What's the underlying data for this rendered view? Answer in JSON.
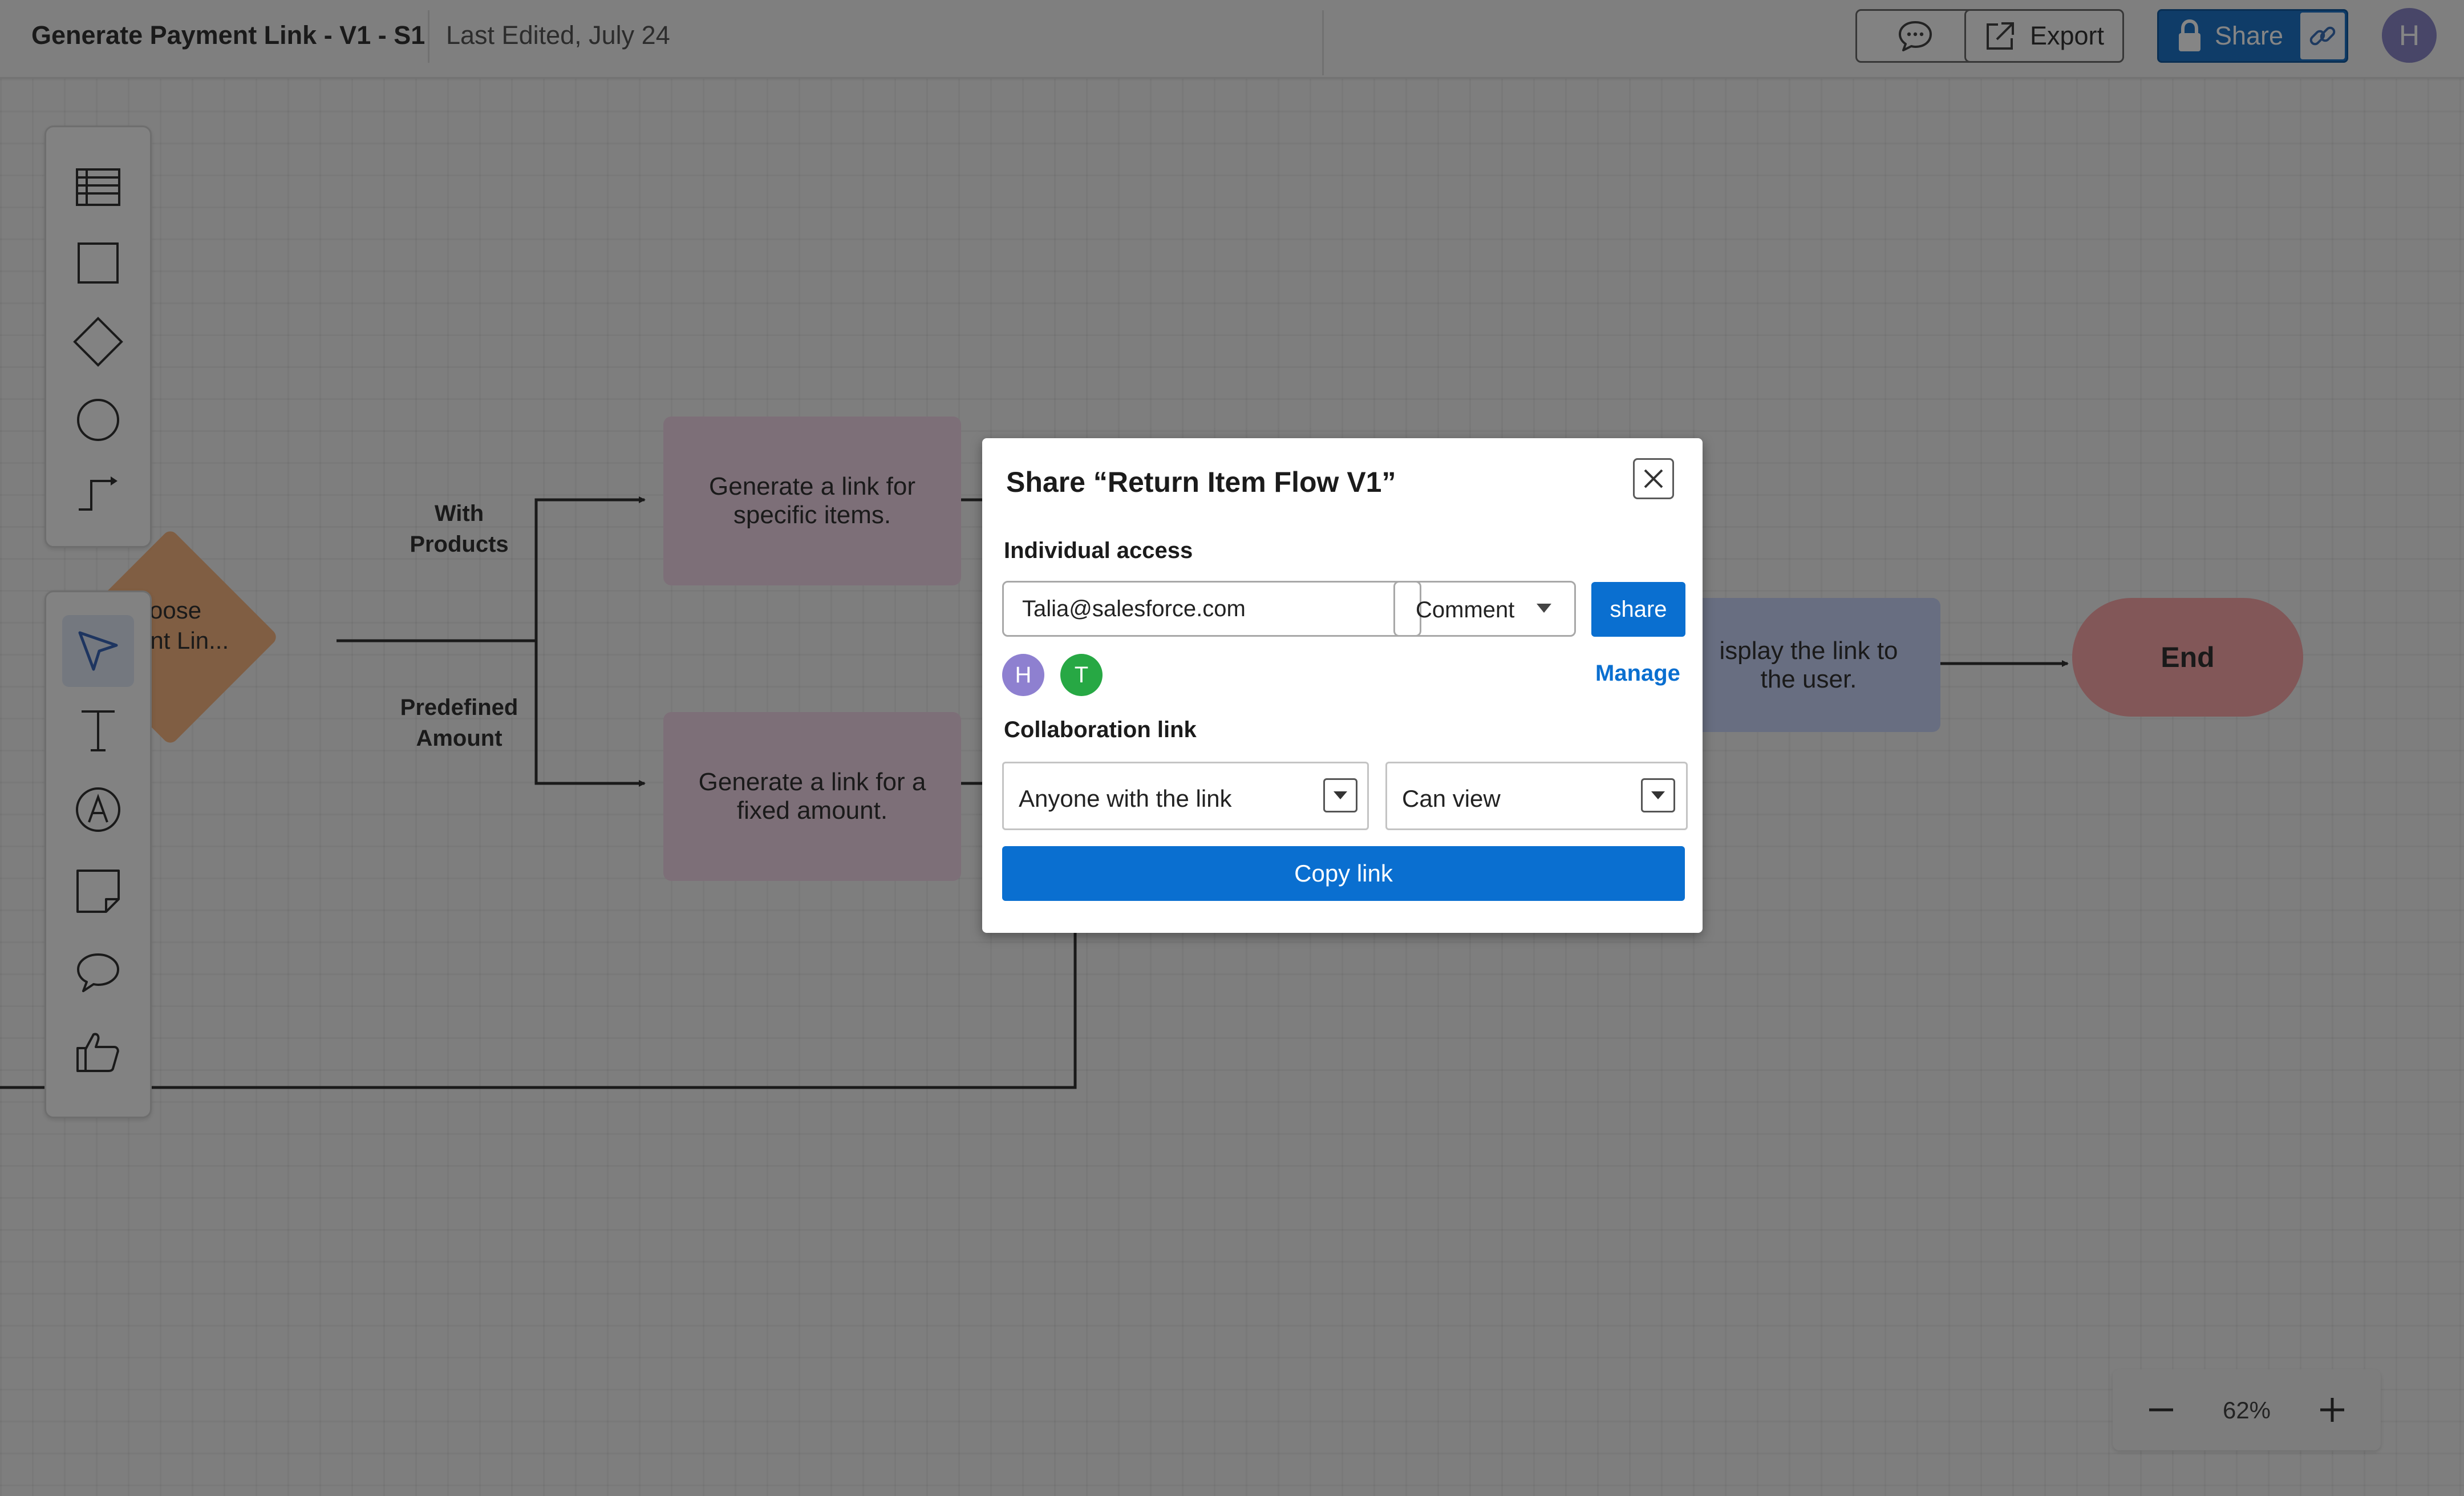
{
  "header": {
    "doc_title": "Generate Payment Link - V1 - S1",
    "last_edited": "Last Edited, July 24",
    "comment_icon": "speech-bubble-icon",
    "export_label": "Export",
    "share_label": "Share",
    "avatar_initial": "H"
  },
  "toolbar": {
    "shape_tools": [
      "table-icon",
      "rectangle-icon",
      "diamond-icon",
      "circle-icon",
      "connector-icon"
    ],
    "draw_tools": [
      "pointer-icon",
      "text-icon",
      "pen-icon",
      "sticky-note-icon",
      "comment-icon",
      "thumbs-up-icon"
    ],
    "active_tool": "pointer-icon"
  },
  "flowchart": {
    "decision_text_line1": "oose",
    "decision_text_line2": "ent Lin...",
    "edge_with_products": "With\nProducts",
    "edge_predefined": "Predefined\nAmount",
    "node_specific_items": "Generate a link for specific items.",
    "node_fixed_amount": "Generate a link for a fixed amount.",
    "node_display": "isplay the link to the user.",
    "node_end": "End",
    "colors": {
      "decision": "#f5b480",
      "process": "#f0d5e7",
      "display": "#c7d3f8",
      "end": "#f9a7a9"
    }
  },
  "zoom": {
    "level": "62%",
    "zoom_out_icon": "minus-icon",
    "zoom_in_icon": "plus-icon"
  },
  "modal": {
    "title": "Share “Return Item Flow V1”",
    "individual_access_label": "Individual access",
    "email_value": "Talia@salesforce.com",
    "permission_value": "Comment",
    "share_button": "share",
    "collaborators": [
      "H",
      "T"
    ],
    "manage_link": "Manage",
    "collaboration_link_label": "Collaboration link",
    "link_scope_value": "Anyone with the link",
    "link_permission_value": "Can view",
    "copy_link_button": "Copy link",
    "accent_color": "#0a6fd0"
  }
}
